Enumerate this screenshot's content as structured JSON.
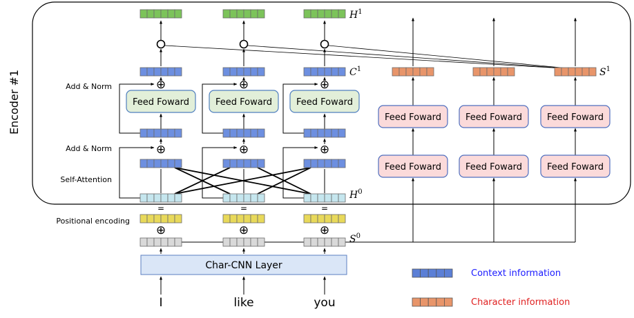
{
  "encoder": {
    "label": "Encoder #1"
  },
  "layers": {
    "add_norm_1": "Add & Norm",
    "add_norm_2": "Add & Norm",
    "self_attention": "Self-Attention",
    "positional_encoding": "Positional encoding",
    "feed_forward": "Feed Foward",
    "char_cnn": "Char-CNN Layer"
  },
  "inputs": [
    "I",
    "like",
    "you"
  ],
  "symbols": {
    "H1": {
      "base": "H",
      "sup": "1"
    },
    "C1": {
      "base": "C",
      "sup": "1"
    },
    "S1": {
      "base": "S",
      "sup": "1"
    },
    "H0": {
      "base": "H",
      "sup": "0"
    },
    "S0": {
      "base": "S",
      "sup": "0"
    },
    "equals": "=",
    "plus": "⊕"
  },
  "legend": [
    {
      "label": "Context information",
      "color": "#5b7fd6",
      "text_color": "#1a1aff"
    },
    {
      "label": "Character information",
      "color": "#e8956a",
      "text_color": "#e02020"
    }
  ],
  "colors": {
    "output": "#7cc35a",
    "context": "#6d8fe0",
    "character": "#e8956a",
    "positional": "#e8d95a",
    "sequence": "#d9d9d9",
    "attention_input": "#c5e6ee",
    "feed_forward_green": "#e2efd9",
    "feed_forward_pink": "#fbdada",
    "char_cnn": "#dae6f7"
  }
}
